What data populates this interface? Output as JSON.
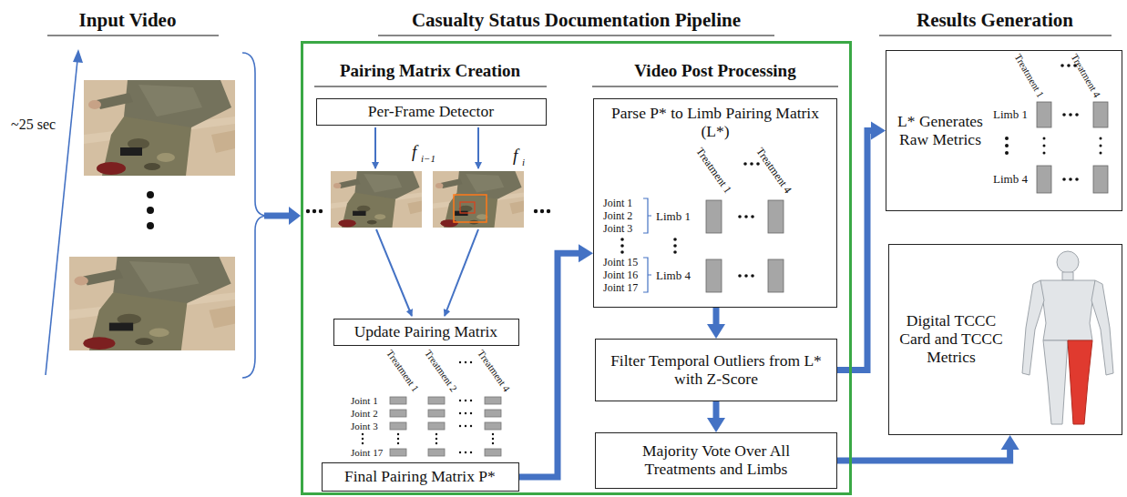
{
  "diagram": {
    "nodes": [
      {
        "text": [
          "Casualty Status Documentation Pipeline"
        ]
      },
      {
        "text": [
          "Per-Frame Detector"
        ],
        "in": 0
      },
      {
        "text": [
          "Update Pairing Matrix"
        ],
        "in": 0
      },
      {
        "text": [
          "Final Pairing Matrix P*"
        ],
        "in": 0
      },
      {
        "text": [
          "Parse P* to Limb Pairing Matrix (L*)"
        ],
        "in": 0
      },
      {
        "text": [
          "Filter Temporal Outliers from L* with Z-Score"
        ],
        "in": 0
      },
      {
        "text": [
          "Majority Vote Over All Treatments and Limbs"
        ],
        "in": 0
      },
      {
        "text": [
          "L* Generates Raw Metrics"
        ]
      },
      {
        "text": [
          "Digital TCCC Card and TCCC Metrics"
        ]
      }
    ],
    "edges": [
      {
        "from": 3,
        "to": 4,
        "arrow": "to"
      },
      {
        "from": 4,
        "to": 5,
        "arrow": "to"
      },
      {
        "from": 5,
        "to": 6,
        "arrow": "to"
      },
      {
        "from": 5,
        "to": 7,
        "arrow": "to"
      },
      {
        "from": 6,
        "to": 8,
        "arrow": "to"
      }
    ],
    "labels": [
      "Input Video",
      "~25 sec",
      "Pairing Matrix Creation",
      "f",
      "i−1",
      "f",
      "i",
      "Treatment 1",
      "Treatment 2",
      "Treatment 4",
      "Joint 1",
      "Joint 2",
      "Joint 3",
      "Joint 17",
      "Video Post Processing",
      "Treatment 1",
      "Treatment 4",
      "Joint 1",
      "Joint 2",
      "Joint 3",
      "Limb 1",
      "Joint 15",
      "Joint 16",
      "Joint 17",
      "Limb 4",
      "Results Generation",
      "Treatment 1",
      "Treatment 4",
      "Limb 1",
      "Limb 4"
    ]
  }
}
